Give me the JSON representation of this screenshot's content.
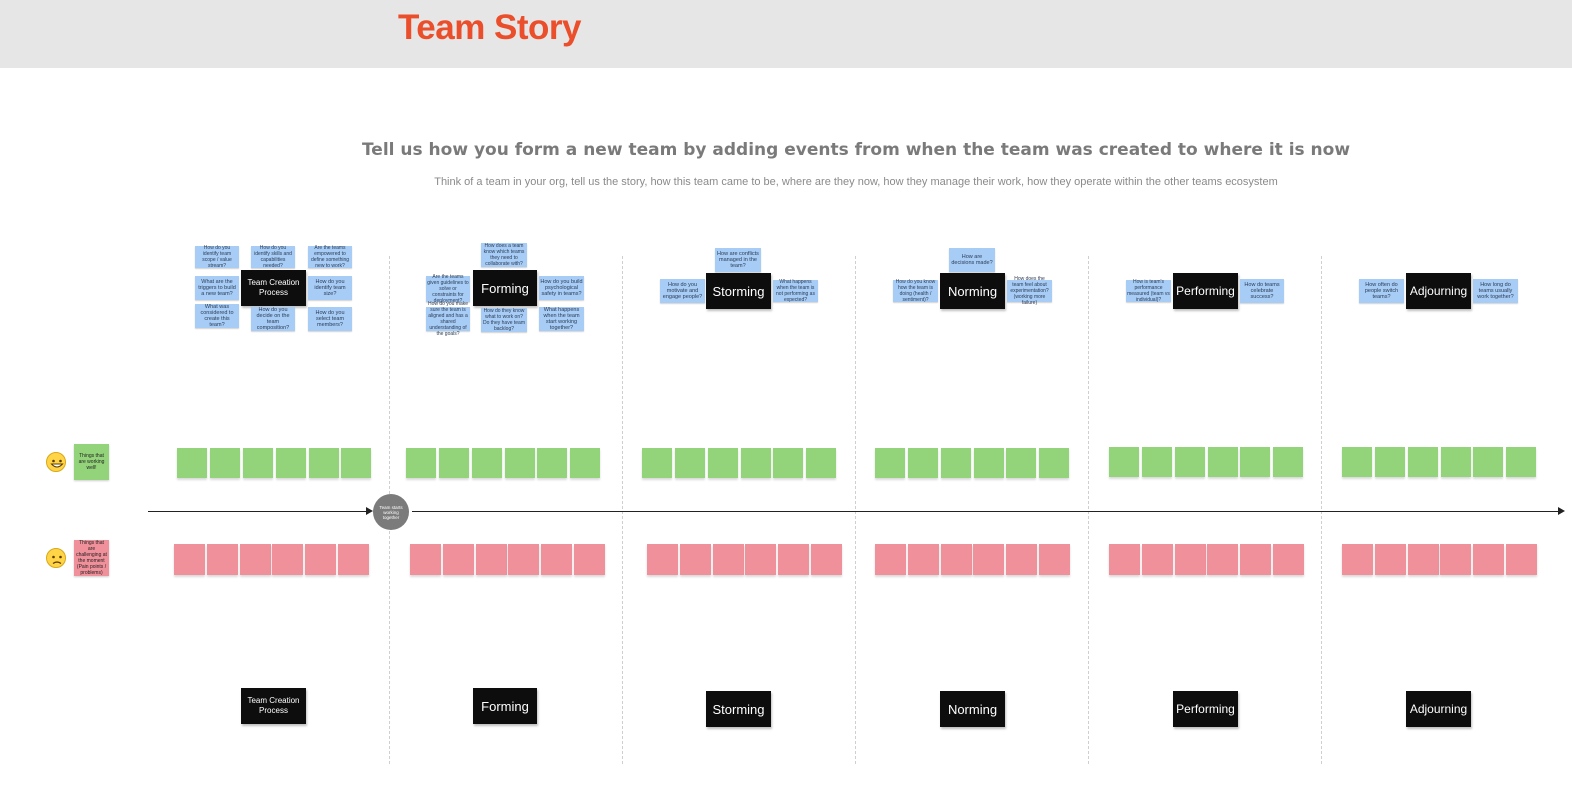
{
  "header": {
    "title": "Team Story",
    "title_color": "#ea4e2a",
    "background": "#e6e6e6"
  },
  "board": {
    "heading": "Tell us how you form a new team by adding events from when the team was created to where it is now",
    "subheading": "Think of a team in your org, tell us the story, how this team came to be, where are they now, how they manage their work, how they operate within the other teams ecosystem",
    "milestone": "Team starts working together",
    "colors": {
      "question_note": "#a7ccf5",
      "positive_note": "#93d47a",
      "negative_note": "#f0909a",
      "stage_box": "#0d0d0d"
    }
  },
  "legend": {
    "positive": {
      "label": "Things that are working well!",
      "emoji": "grinning-face-icon"
    },
    "negative": {
      "label": "Things that are challenging at the moment (Pain points / problems)",
      "emoji": "confused-face-icon"
    }
  },
  "stages": [
    {
      "name": "Team Creation Process",
      "questions": [
        "How do you identify team scope / value stream?",
        "How do you identify skills and capabilities needed?",
        "Are the teams empowered to define something new to work?",
        "What are the triggers to build a new team?",
        "How do you identify team size?",
        "What was considered to create this team?",
        "How do you decide on the team composition?",
        "How do you select team members?"
      ]
    },
    {
      "name": "Forming",
      "questions": [
        "How does a team know which teams they need to collaborate with?",
        "Are the teams given guidelines to solve or constraints for deployment?",
        "How do you build psychological safety in teams?",
        "How do you make sure the team is aligned and has a shared understanding of the goals?",
        "How do they know what to work on? Do they have team backlog?",
        "What happens when the team start working together?"
      ]
    },
    {
      "name": "Storming",
      "questions": [
        "How are conflicts managed in the team?",
        "How do you motivate and engage people?",
        "What happens when the team is not performing as expected?"
      ]
    },
    {
      "name": "Norming",
      "questions": [
        "How are decisions made?",
        "How do you know how the team is doing (health / sentiment)?",
        "How does the team feel about experimentation? (working more failure)"
      ]
    },
    {
      "name": "Performing",
      "questions": [
        "How is team's performance measured (team vs individual)?",
        "How do teams celebrate success?"
      ]
    },
    {
      "name": "Adjourning",
      "questions": [
        "How often do people switch teams?",
        "How long do teams usually work together?"
      ]
    }
  ]
}
